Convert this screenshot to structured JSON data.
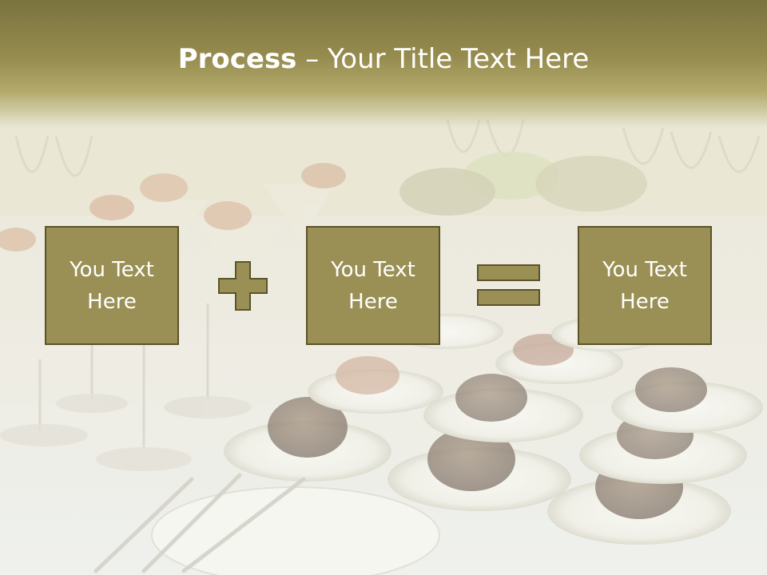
{
  "title": {
    "bold": "Process",
    "rest": " – Your Title Text Here"
  },
  "boxes": [
    {
      "text": "You Text Here"
    },
    {
      "text": "You Text Here"
    },
    {
      "text": "You Text Here"
    }
  ],
  "operators": [
    "plus",
    "equals"
  ],
  "colors": {
    "title_band": "#968c4f",
    "box_fill": "#9a8f55",
    "box_border": "#5b5428",
    "text": "#ffffff"
  }
}
